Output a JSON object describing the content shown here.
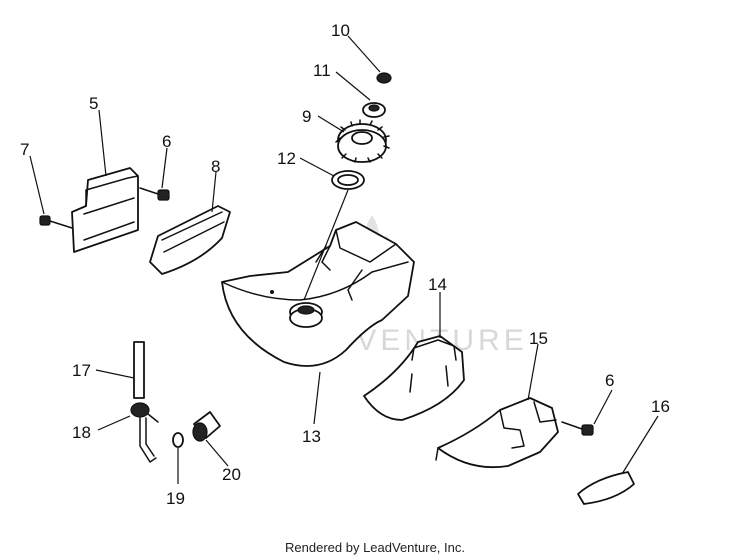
{
  "callouts": {
    "c5": "5",
    "c6a": "6",
    "c7": "7",
    "c8": "8",
    "c9": "9",
    "c10": "10",
    "c11": "11",
    "c12": "12",
    "c13": "13",
    "c14": "14",
    "c15": "15",
    "c6b": "6",
    "c16": "16",
    "c17": "17",
    "c18": "18",
    "c19": "19",
    "c20": "20"
  },
  "watermark": "LEADVENTURE",
  "footer": "Rendered by LeadVenture, Inc."
}
